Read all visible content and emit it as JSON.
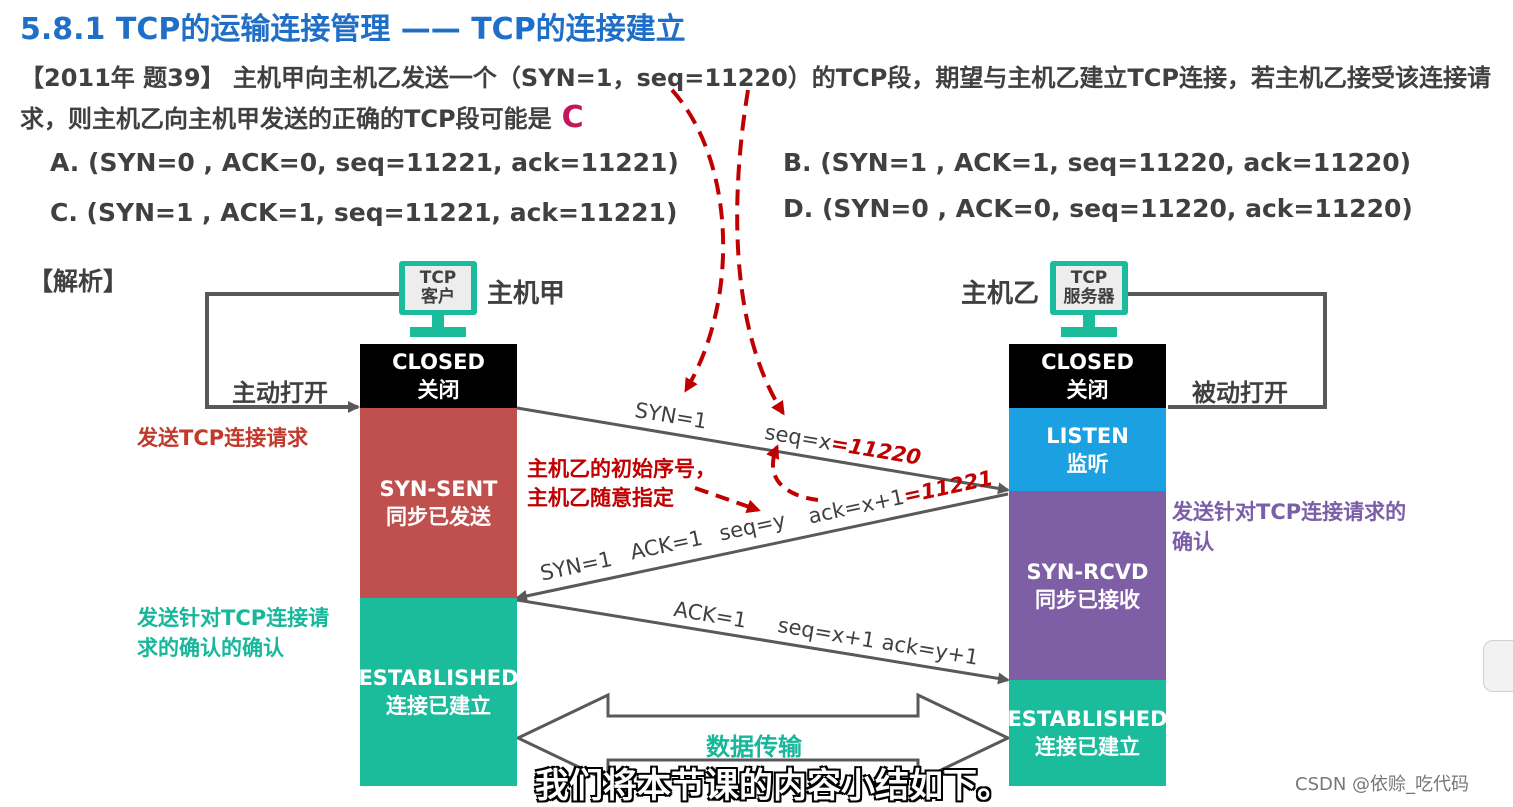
{
  "title": "5.8.1 TCP的运输连接管理 —— TCP的连接建立",
  "question": {
    "text": "【2011年 题39】 主机甲向主机乙发送一个（SYN=1，seq=11220）的TCP段，期望与主机乙建立TCP连接，若主机乙接受该连接请求，则主机乙向主机甲发送的正确的TCP段可能是",
    "answer": "C"
  },
  "options": {
    "a": "A. (SYN=0 , ACK=0, seq=11221, ack=11221)",
    "b": "B. (SYN=1 , ACK=1, seq=11220, ack=11220)",
    "c": "C. (SYN=1 , ACK=1, seq=11221, ack=11221)",
    "d": "D. (SYN=0 , ACK=0, seq=11220, ack=11220)"
  },
  "analysis_label": "【解析】",
  "client": {
    "icon_line1": "TCP",
    "icon_line2": "客户",
    "host_label": "主机甲",
    "action": "主动打开",
    "note_send": "发送TCP连接请求",
    "note_ack": "发送针对TCP连接请求的确认的确认",
    "states": [
      {
        "en": "CLOSED",
        "zh": "关闭",
        "color": "#000000"
      },
      {
        "en": "SYN-SENT",
        "zh": "同步已发送",
        "color": "#c0504d"
      },
      {
        "en": "ESTABLISHED",
        "zh": "连接已建立",
        "color": "#1abc9c"
      }
    ]
  },
  "server": {
    "icon_line1": "TCP",
    "icon_line2": "服务器",
    "host_label": "主机乙",
    "action": "被动打开",
    "note_ack": "发送针对TCP连接请求的确认",
    "states": [
      {
        "en": "CLOSED",
        "zh": "关闭",
        "color": "#000000"
      },
      {
        "en": "LISTEN",
        "zh": "监听",
        "color": "#1ba1e2"
      },
      {
        "en": "SYN-RCVD",
        "zh": "同步已接收",
        "color": "#7e5fa6"
      },
      {
        "en": "ESTABLISHED",
        "zh": "连接已建立",
        "color": "#1abc9c"
      }
    ]
  },
  "messages": {
    "m1_syn": "SYN=1",
    "m1_seq": "seq=x",
    "m1_seq_value": "=11220",
    "m2_syn": "SYN=1",
    "m2_ack": "ACK=1",
    "m2_seq": "seq=y",
    "m2_ackno": "ack=x+1",
    "m2_ack_value": "=11221",
    "m3_ack": "ACK=1",
    "m3_seq": "seq=x+1",
    "m3_ackno": "ack=y+1"
  },
  "annotation": {
    "line1": "主机乙的初始序号，",
    "line2": "主机乙随意指定"
  },
  "data_transfer": "数据传输",
  "subtitle": "我们将本节课的内容小结如下。",
  "watermark": "CSDN @依赊_吃代码"
}
